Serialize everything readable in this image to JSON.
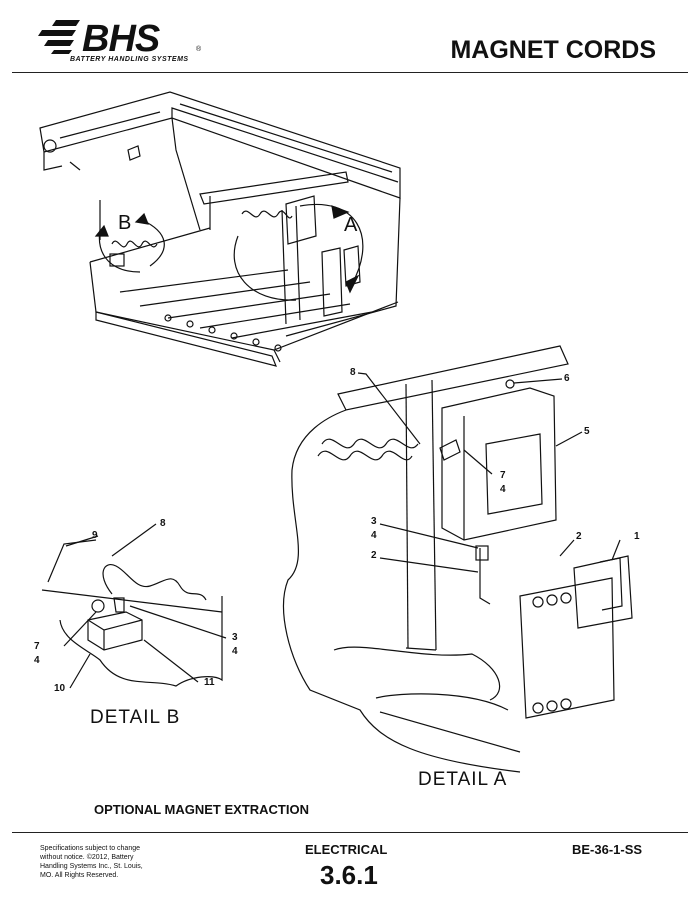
{
  "header": {
    "logo_text": "BHS",
    "logo_mark": "®",
    "logo_tagline": "BATTERY HANDLING SYSTEMS",
    "title": "MAGNET CORDS"
  },
  "main_view": {
    "arrow_labels": [
      "B",
      "A"
    ]
  },
  "detail_a": {
    "caption": "DETAIL A",
    "callouts": [
      "8",
      "6",
      "5",
      "7",
      "4",
      "3",
      "4",
      "2",
      "2",
      "1"
    ]
  },
  "detail_b": {
    "caption": "DETAIL B",
    "callouts": [
      "9",
      "8",
      "7",
      "4",
      "3",
      "4",
      "10",
      "11"
    ]
  },
  "footer": {
    "caption": "OPTIONAL MAGNET EXTRACTION",
    "fine_print": "Specifications subject to change without notice. ©2012, Battery Handling Systems Inc., St. Louis, MO. All Rights Reserved.",
    "section": "ELECTRICAL",
    "page": "3.6.1",
    "doc_number": "BE-36-1-SS"
  }
}
